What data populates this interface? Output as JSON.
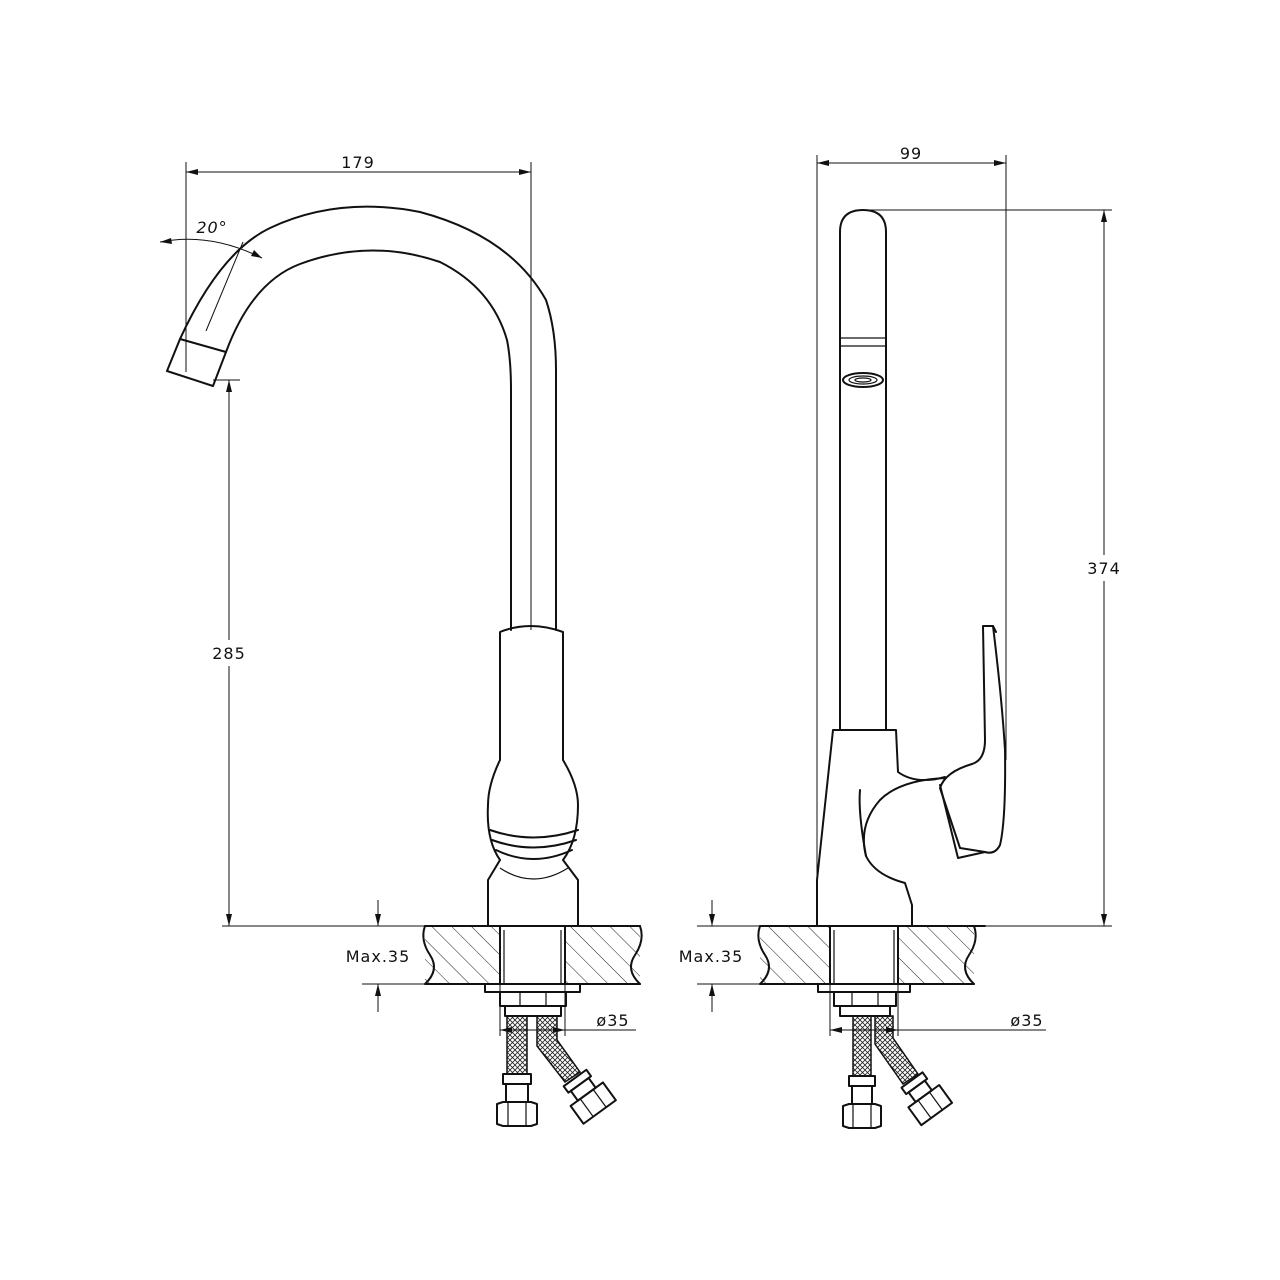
{
  "front_view": {
    "dimensions": {
      "spout_reach": "179",
      "spout_angle": "20°",
      "spout_height": "285",
      "deck_thickness": "Max.35",
      "hole_diameter": "ø35"
    }
  },
  "side_view": {
    "dimensions": {
      "body_depth": "99",
      "total_height": "374",
      "deck_thickness": "Max.35",
      "hole_diameter": "ø35"
    }
  }
}
